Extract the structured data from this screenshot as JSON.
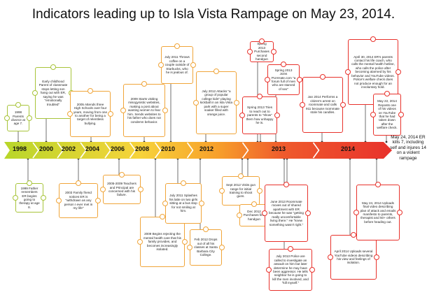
{
  "title": "Indicators leading up to Isla Vista Rampage on May 23, 2014.",
  "colors": {
    "arrow_start": "#b8d62a",
    "arrow_mid": "#f7b32b",
    "arrow_red": "#e8322c",
    "early_border": "#a8c43a",
    "mid_border": "#f0a53a",
    "late_border": "#e8322c",
    "connector": "#333333"
  },
  "years": [
    "1998",
    "2000",
    "2002",
    "2004",
    "2006",
    "2008",
    "2010",
    "2012",
    "2013",
    "2014"
  ],
  "final_event": "May 24, 2014 ER kills 7, including self and injures 14 on a violent rampage",
  "events": [
    {
      "id": "e1998a",
      "text": "1998 Parents divorce at age 7."
    },
    {
      "id": "e2000a",
      "text": "Early childhood Parent of classmate stops letting son hang out with ER, saying he was \"emotionally troubled\""
    },
    {
      "id": "e2005a",
      "text": "2005 Attends three High Schools over four years, moving from one to another for being a target of relentless bullying."
    },
    {
      "id": "e2009a",
      "text": "2009 Starts visiting misogynistic websites, making a post about wanting women to fear him. Sends websites to his father who does not condemn behavior."
    },
    {
      "id": "e2011a",
      "text": "July 2011 Throws coffee on a couple outside of Starbucks, who he is jealous of."
    },
    {
      "id": "e2012a",
      "text": "July 2012 Attacks \"a group of popular college kids\" playing kickball in an Isla Vista park with a super soaker filled with orange juice."
    },
    {
      "id": "e2013a",
      "text": "Spring 2013 Purchases second handgun"
    },
    {
      "id": "e2013b",
      "text": "Spring 2013 Joins PUAHate.com \"a forum full of men who are starved of sex\""
    },
    {
      "id": "e2013c",
      "text": "Spring 2013 Tries to reach out to parents to \"show\" them how unhappy he is."
    },
    {
      "id": "e2014a",
      "text": "Jan 2014 Performs a citizen's arrest on roommate and calls 911 because roommate stole his candles."
    },
    {
      "id": "e2014b",
      "text": "April 30, 2014 ER's parents contact his life coach, who calls the mental health hotline, who calls the police after becoming alarmed by his behavior and YouTube videos. Police's welfare check does not produce enough for an involuntary hold."
    },
    {
      "id": "e2014c",
      "text": "May 22, 2014 Reposts one of his videos on YouTube that he had taken down after the welfare check."
    },
    {
      "id": "e1999b",
      "text": "1999 Father remembers ER begins going to therapy at age 8."
    },
    {
      "id": "e2003b",
      "text": "2003 Family friend notices ER is \"withdrawn as any person I ever met in my life\""
    },
    {
      "id": "e2005b",
      "text": "2005-2009 Teachers and Principal are concerned with his failure."
    },
    {
      "id": "e2009b",
      "text": "2009 Begins rejecting the mental health care that his family provides, and becomes increasingly isolated."
    },
    {
      "id": "e2011b",
      "text": "July 2011 Splashes his latte on two girls sitting at a bus stop for not smiling at him."
    },
    {
      "id": "e2012b",
      "text": "Feb 2012 Drops out of all his classes at Santa Barbara City College."
    },
    {
      "id": "e2012c",
      "text": "Sept 2012 Visits gun range for initial training to shoot guns."
    },
    {
      "id": "e2012d",
      "text": "Dec 2012 Purchases first handgun"
    },
    {
      "id": "e2013d",
      "text": "June 2013 Roommate moves out of shared apartment with ER because he was \"getting really uncomfortable living there.\" He \"knew something wasn't right.\""
    },
    {
      "id": "e2013e",
      "text": "July 2013 Police are called to investigate an assault on him but later determine he may have been aggressor. He tells neighbor he is going to kill the men involved, and \"kill myself.\""
    },
    {
      "id": "e2014d",
      "text": "April 2014 Uploads several YouTube videos describing his view and feelings of isolation."
    },
    {
      "id": "e2014e",
      "text": "May 24, 2014 Uploads final video describing plan of attack and emails manifesto to parents, therapist and 50+ others before heading out."
    }
  ]
}
